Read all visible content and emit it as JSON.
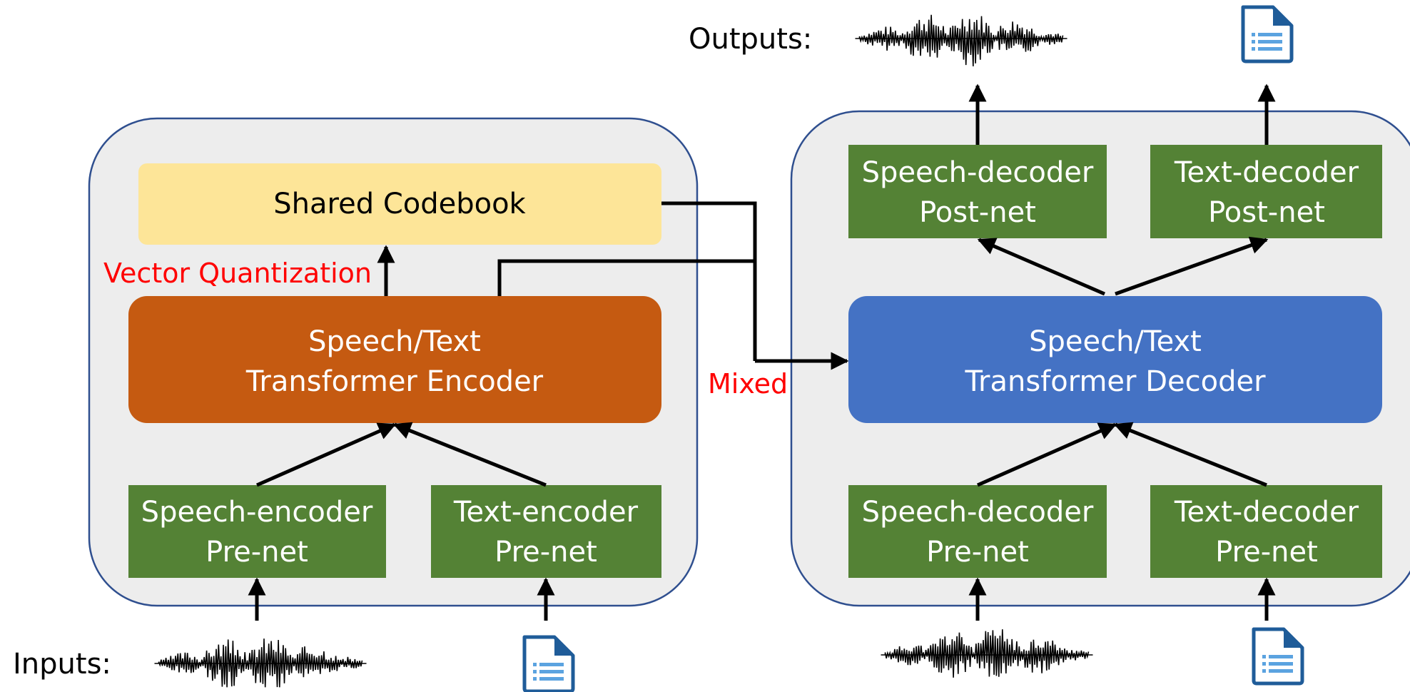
{
  "labels": {
    "outputs": "Outputs:",
    "inputs": "Inputs:",
    "vector_quantization": "Vector Quantization",
    "mixed": "Mixed"
  },
  "encoder": {
    "codebook": "Shared Codebook",
    "transformer": [
      "Speech/Text",
      "Transformer Encoder"
    ],
    "speech_prenet": [
      "Speech-encoder",
      "Pre-net"
    ],
    "text_prenet": [
      "Text-encoder",
      "Pre-net"
    ]
  },
  "decoder": {
    "transformer": [
      "Speech/Text",
      "Transformer Decoder"
    ],
    "speech_postnet": [
      "Speech-decoder",
      "Post-net"
    ],
    "text_postnet": [
      "Text-decoder",
      "Post-net"
    ],
    "speech_prenet": [
      "Speech-decoder",
      "Pre-net"
    ],
    "text_prenet": [
      "Text-decoder",
      "Pre-net"
    ]
  },
  "colors": {
    "panel_fill": "#ededed",
    "panel_stroke": "#2f4f8f",
    "codebook": "#fde598",
    "encoder": "#c55a11",
    "decoder": "#4472c4",
    "net": "#548235",
    "annotation": "#ff0000",
    "doc_icon": "#1f5c99",
    "doc_lines": "#5ba3e0"
  },
  "icons": {
    "waveform": "waveform-icon",
    "document": "document-icon"
  }
}
